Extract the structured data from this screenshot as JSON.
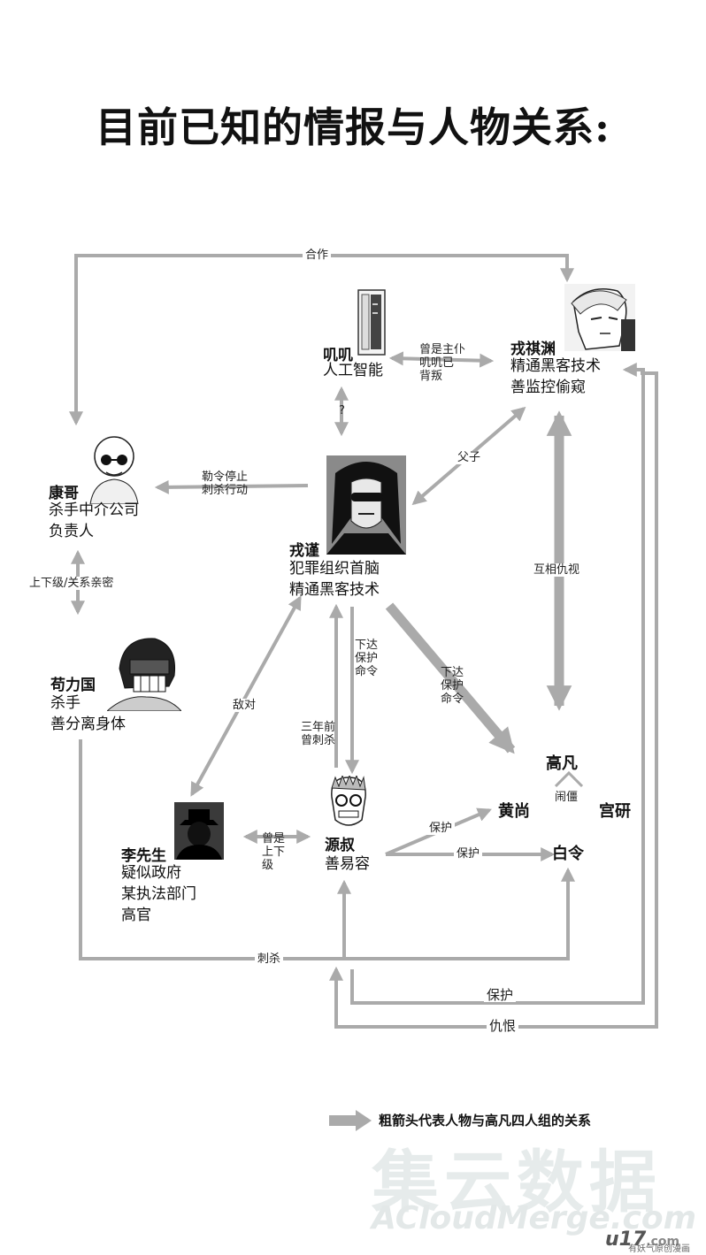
{
  "title": "目前已知的情报与人物关系:",
  "characters": {
    "jiji": {
      "name": "叽叽",
      "desc": "人工智能"
    },
    "rongqi": {
      "name": "戎祺渊",
      "desc": "精通黑客技术\n善监控偷窥"
    },
    "kang": {
      "name": "康哥",
      "desc": "杀手中介公司\n负责人"
    },
    "rongjin": {
      "name": "戎谨",
      "desc": "犯罪组织首脑\n精通黑客技术"
    },
    "gou": {
      "name": "苟力国",
      "desc": "杀手\n善分离身体"
    },
    "li": {
      "name": "李先生",
      "desc": "疑似政府\n某执法部门\n高官"
    },
    "yuan": {
      "name": "源叔",
      "desc": "善易容"
    }
  },
  "group": {
    "gaofan": "高凡",
    "huangshang": "黄尚",
    "gongyan": "宫研",
    "bailing": "白令",
    "gaofan_label": "闹僵"
  },
  "relations": {
    "hezuo": "合作",
    "zhupu": "曾是主仆\n叽叽已\n背叛",
    "question": "?",
    "fuzi": "父子",
    "leling": "勒令停止\n刺杀行动",
    "shangxia": "上下级/关系亲密",
    "huxiang": "互相仇视",
    "xiada1": "下达\n保护\n命令",
    "xiada2": "下达\n保护\n命令",
    "didui": "敌对",
    "sannian": "三年前\n曾刺杀",
    "cengshi": "曾是\n上下\n级",
    "baohu1": "保护",
    "baohu2": "保护",
    "cisha": "刺杀",
    "baohu3": "保护",
    "chouhen": "仇恨"
  },
  "legend": "粗箭头代表人物与高凡四人组的关系",
  "watermark": {
    "cn": "集云数据",
    "en": "ACloudMerge.com",
    "u17": "u17",
    "u17_com": ".com",
    "u17_slogan": "有妖气原创漫画"
  }
}
